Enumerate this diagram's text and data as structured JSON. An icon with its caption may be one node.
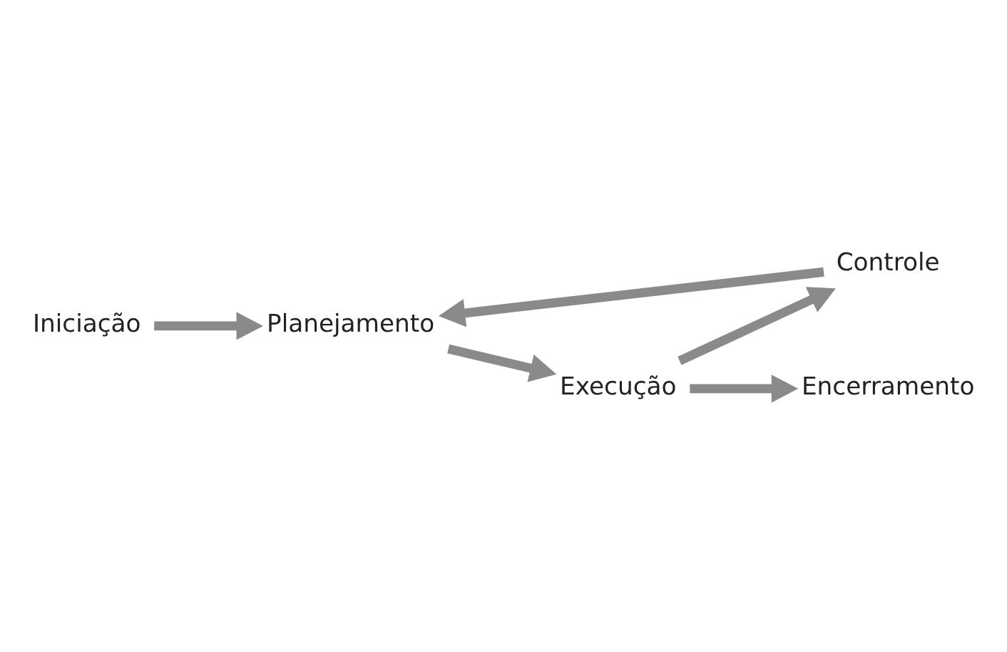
{
  "diagram": {
    "nodes": [
      {
        "text": [
          "Iniciação"
        ]
      },
      {
        "text": [
          "Planejamento"
        ]
      },
      {
        "text": [
          "Execução"
        ]
      },
      {
        "text": [
          "Controle"
        ]
      },
      {
        "text": [
          "Encerramento"
        ]
      }
    ],
    "edges": [
      {
        "from": 0,
        "to": 1,
        "arrow": "to"
      },
      {
        "from": 1,
        "to": 2,
        "arrow": "to"
      },
      {
        "from": 2,
        "to": 3,
        "arrow": "to"
      },
      {
        "from": 3,
        "to": 1,
        "arrow": "to"
      },
      {
        "from": 2,
        "to": 4,
        "arrow": "to"
      }
    ]
  }
}
